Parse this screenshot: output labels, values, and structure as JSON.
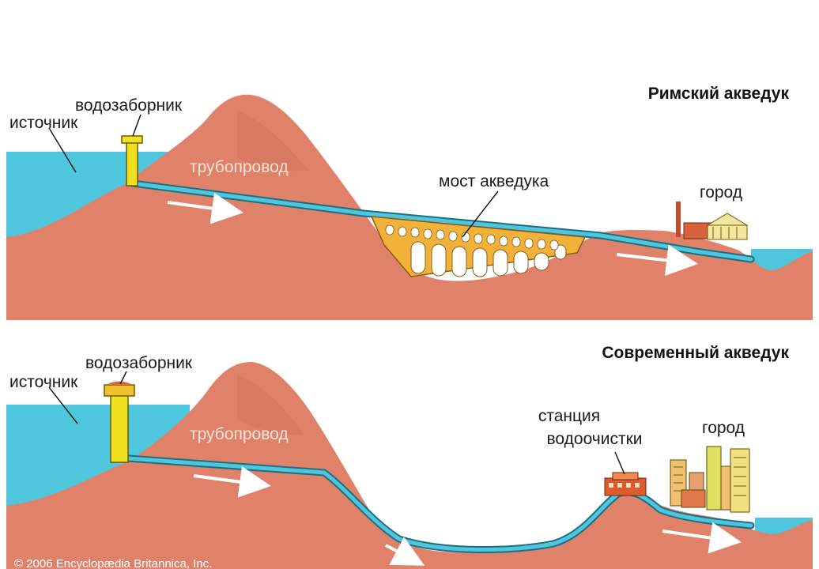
{
  "roman": {
    "title": "Римский акведук",
    "source_label": "источник",
    "intake_label": "водозаборник",
    "pipeline_label": "трубопровод",
    "bridge_label": "мост акведука",
    "city_label": "город"
  },
  "modern": {
    "title": "Современный акведук",
    "source_label": "источник",
    "intake_label": "водозаборник",
    "pipeline_label": "трубопровод",
    "station_label_line1": "станция",
    "station_label_line2": "водоочистки",
    "city_label": "город"
  },
  "copyright": "© 2006 Encyclopædia Britannica, Inc.",
  "colors": {
    "earth": "#e0826a",
    "earth_dark": "#c9674f",
    "water": "#4ec6dd",
    "pipe": "#3fb7cc",
    "intake": "#f0e020",
    "bridge": "#f2b23a",
    "arrow": "#ffffff"
  }
}
